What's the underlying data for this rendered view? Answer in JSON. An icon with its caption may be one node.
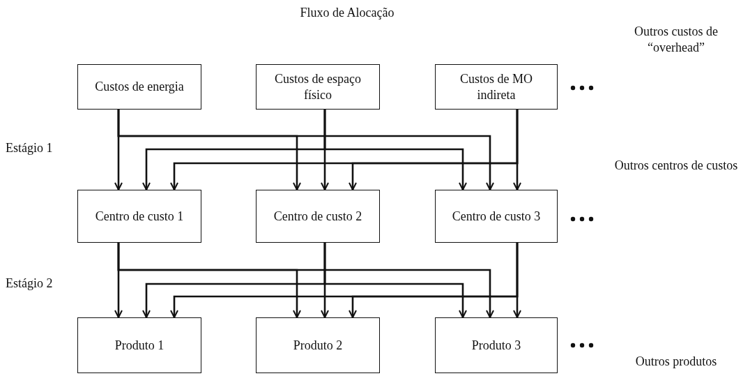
{
  "diagram": {
    "title": "Fluxo de Alocação",
    "nodes": [
      {
        "text": [
          "Custos de energia"
        ]
      },
      {
        "text": [
          "Custos de espaço físico"
        ]
      },
      {
        "text": [
          "Custos de MO indireta"
        ]
      },
      {
        "text": [
          "Centro de custo 1"
        ]
      },
      {
        "text": [
          "Centro de custo 2"
        ]
      },
      {
        "text": [
          "Centro de custo 3"
        ]
      },
      {
        "text": [
          "Produto 1"
        ]
      },
      {
        "text": [
          "Produto 2"
        ]
      },
      {
        "text": [
          "Produto 3"
        ]
      }
    ],
    "edges": [
      {
        "from": 0,
        "to": 3,
        "arrow": "to"
      },
      {
        "from": 0,
        "to": 4,
        "arrow": "to"
      },
      {
        "from": 0,
        "to": 5,
        "arrow": "to"
      },
      {
        "from": 1,
        "to": 3,
        "arrow": "to"
      },
      {
        "from": 1,
        "to": 4,
        "arrow": "to"
      },
      {
        "from": 1,
        "to": 5,
        "arrow": "to"
      },
      {
        "from": 2,
        "to": 3,
        "arrow": "to"
      },
      {
        "from": 2,
        "to": 4,
        "arrow": "to"
      },
      {
        "from": 2,
        "to": 5,
        "arrow": "to"
      },
      {
        "from": 3,
        "to": 6,
        "arrow": "to"
      },
      {
        "from": 3,
        "to": 7,
        "arrow": "to"
      },
      {
        "from": 3,
        "to": 8,
        "arrow": "to"
      },
      {
        "from": 4,
        "to": 6,
        "arrow": "to"
      },
      {
        "from": 4,
        "to": 7,
        "arrow": "to"
      },
      {
        "from": 4,
        "to": 8,
        "arrow": "to"
      },
      {
        "from": 5,
        "to": 6,
        "arrow": "to"
      },
      {
        "from": 5,
        "to": 7,
        "arrow": "to"
      },
      {
        "from": 5,
        "to": 8,
        "arrow": "to"
      }
    ],
    "labels": [
      "Outros custos de “overhead”",
      "Estágio 1",
      "Outros centros de custos",
      "Estágio 2",
      "Outros produtos"
    ]
  }
}
